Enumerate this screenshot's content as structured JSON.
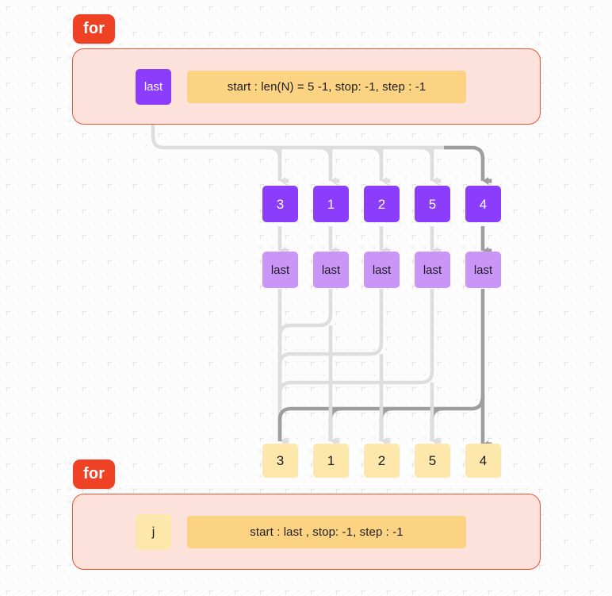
{
  "diagram": {
    "title_badges": [
      {
        "id": "for-top",
        "label": "for"
      },
      {
        "id": "for-bottom",
        "label": "for"
      }
    ],
    "loops": [
      {
        "id": "outer-loop",
        "badge": "for",
        "variable": "last",
        "range_text": "start : len(N) = 5 -1, stop: -1, step : -1",
        "variable_color": "#8c3cfb",
        "variable_text_color": "#ffffff",
        "range_color": "#fcd283",
        "container_fill": "#fde1db",
        "container_border": "#ea5336"
      },
      {
        "id": "inner-loop",
        "badge": "for",
        "variable": "j",
        "range_text": "start : last , stop: -1, step : -1",
        "variable_color": "#fde7ab",
        "variable_text_color": "#1c1c1c",
        "range_color": "#fcd283",
        "container_fill": "#fde1db",
        "container_border": "#ea5336"
      }
    ],
    "rows": [
      {
        "id": "values-row",
        "kind": "value-nodes",
        "color": "#8c3cfb",
        "text_color": "#ffffff",
        "cells": [
          "3",
          "1",
          "2",
          "5",
          "4"
        ]
      },
      {
        "id": "last-row",
        "kind": "variable-nodes",
        "color": "#c996f7",
        "text_color": "#1c1c1c",
        "cells": [
          "last",
          "last",
          "last",
          "last",
          "last"
        ]
      },
      {
        "id": "result-row",
        "kind": "value-nodes",
        "color": "#fde7ab",
        "text_color": "#1c1c1c",
        "cells": [
          "3",
          "1",
          "2",
          "5",
          "4"
        ]
      }
    ],
    "edges": {
      "light_color": "#dedede",
      "dark_color": "#9e9e9e",
      "description": "fan-out from loop variable to each element, then each element maps back down to result row"
    },
    "background": {
      "canvas_color": "#fcfcfc",
      "dot_color": "#e2dee4"
    }
  }
}
